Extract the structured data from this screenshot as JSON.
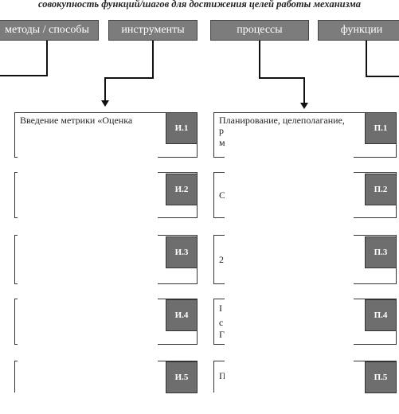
{
  "title": "совокупность функций/шагов для достижения целей работы механизма",
  "headers": [
    "методы / способы",
    "инструменты",
    "процессы",
    "функции"
  ],
  "instruments": [
    {
      "code": "И.1",
      "text": "Введение метрики «Оценка"
    },
    {
      "code": "И.2",
      "text": ""
    },
    {
      "code": "И.3",
      "text": ""
    },
    {
      "code": "И.4",
      "text": ""
    },
    {
      "code": "И.5",
      "text": ""
    }
  ],
  "processes": [
    {
      "code": "П.1",
      "text": "Планирование, целеполагание,",
      "text2": "р",
      "text3": "м"
    },
    {
      "code": "П.2",
      "text": "С"
    },
    {
      "code": "П.3",
      "text": "2"
    },
    {
      "code": "П.4",
      "text": "I",
      "text2": "с",
      "text3": "ГП"
    },
    {
      "code": "П.5",
      "text": "Пр"
    }
  ]
}
